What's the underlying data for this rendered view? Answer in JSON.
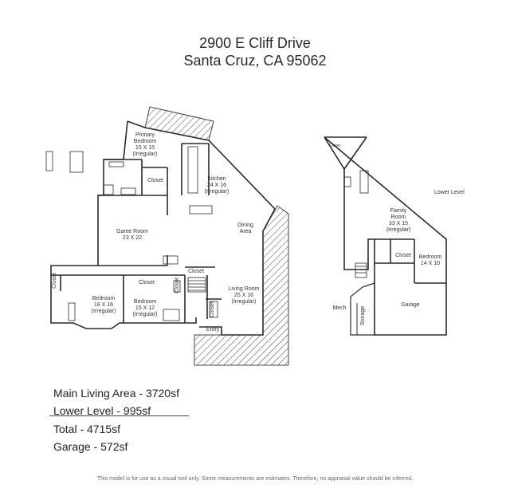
{
  "header": {
    "address_line1": "2900 E Cliff Drive",
    "address_line2": "Santa Cruz, CA 95062"
  },
  "main_level": {
    "rooms": {
      "primary_bedroom": [
        "Primary",
        "Bedroom",
        "15 X 15",
        "(Irregular)"
      ],
      "kitchen": [
        "Kitchen",
        "24 X 16",
        "(Irregular)"
      ],
      "closet_top": "Closet",
      "game_room": [
        "Game Room",
        "23 X 22"
      ],
      "dining": [
        "Dining",
        "Area"
      ],
      "closet_left": "Closet",
      "closet_mid": "Closet",
      "closet_small": "Closet",
      "closet_stair": "Closet",
      "closet_entry": "Closet",
      "bedroom1": [
        "Bedroom",
        "18 X 16",
        "(Irregular)"
      ],
      "bedroom2": [
        "Bedroom",
        "15 X 12",
        "(Irregular)"
      ],
      "living_room": [
        "Living Room",
        "25 X 16",
        "(Irregular)"
      ],
      "entry": "Entry"
    }
  },
  "lower_level": {
    "label": "Lower Level",
    "rooms": {
      "family_room": [
        "Family",
        "Room",
        "33 X 15",
        "(Irregular)"
      ],
      "closet_top": "Closet",
      "closet": "Closet",
      "bedroom": [
        "Bedroom",
        "14 X 10"
      ],
      "mech": "Mech",
      "storage": "Storage",
      "garage": "Garage"
    }
  },
  "stats": {
    "main_living_area": "Main Living Area - 3720sf",
    "lower_level": "Lower Level - 995sf",
    "total": "Total - 4715sf",
    "garage": "Garage - 572sf"
  },
  "disclaimer": "This model is for use as a visual tool only. Some measurements are estimates. Therefore, no appraisal value should be inferred."
}
